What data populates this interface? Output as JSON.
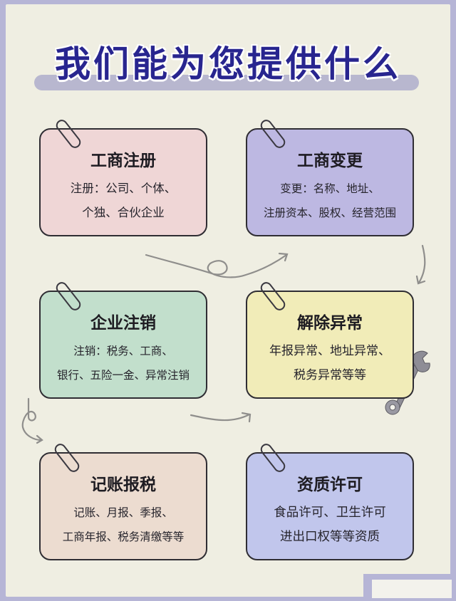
{
  "title": "我们能为您提供什么",
  "colors": {
    "title": "#28258f",
    "background": "#efeee2",
    "frame": "#b6b5d6"
  },
  "cards": [
    {
      "header": "工商注册",
      "lines": [
        "注册：公司、个体、",
        "个独、合伙企业"
      ],
      "color": "#efd6d6"
    },
    {
      "header": "工商变更",
      "lines": [
        "变更：名称、地址、",
        "注册资本、股权、经营范围"
      ],
      "color": "#bdb8e2"
    },
    {
      "header": "企业注销",
      "lines": [
        "注销：税务、工商、",
        "银行、五险一金、异常注销"
      ],
      "color": "#c2dfcc"
    },
    {
      "header": "解除异常",
      "lines": [
        "年报异常、地址异常、",
        "税务异常等等"
      ],
      "color": "#f1ecb8"
    },
    {
      "header": "记账报税",
      "lines": [
        "记账、月报、季报、",
        "工商年报、税务清缴等等"
      ],
      "color": "#ecdcd0"
    },
    {
      "header": "资质许可",
      "lines": [
        "食品许可、卫生许可",
        "进出口权等等资质"
      ],
      "color": "#c1c6ec"
    }
  ]
}
